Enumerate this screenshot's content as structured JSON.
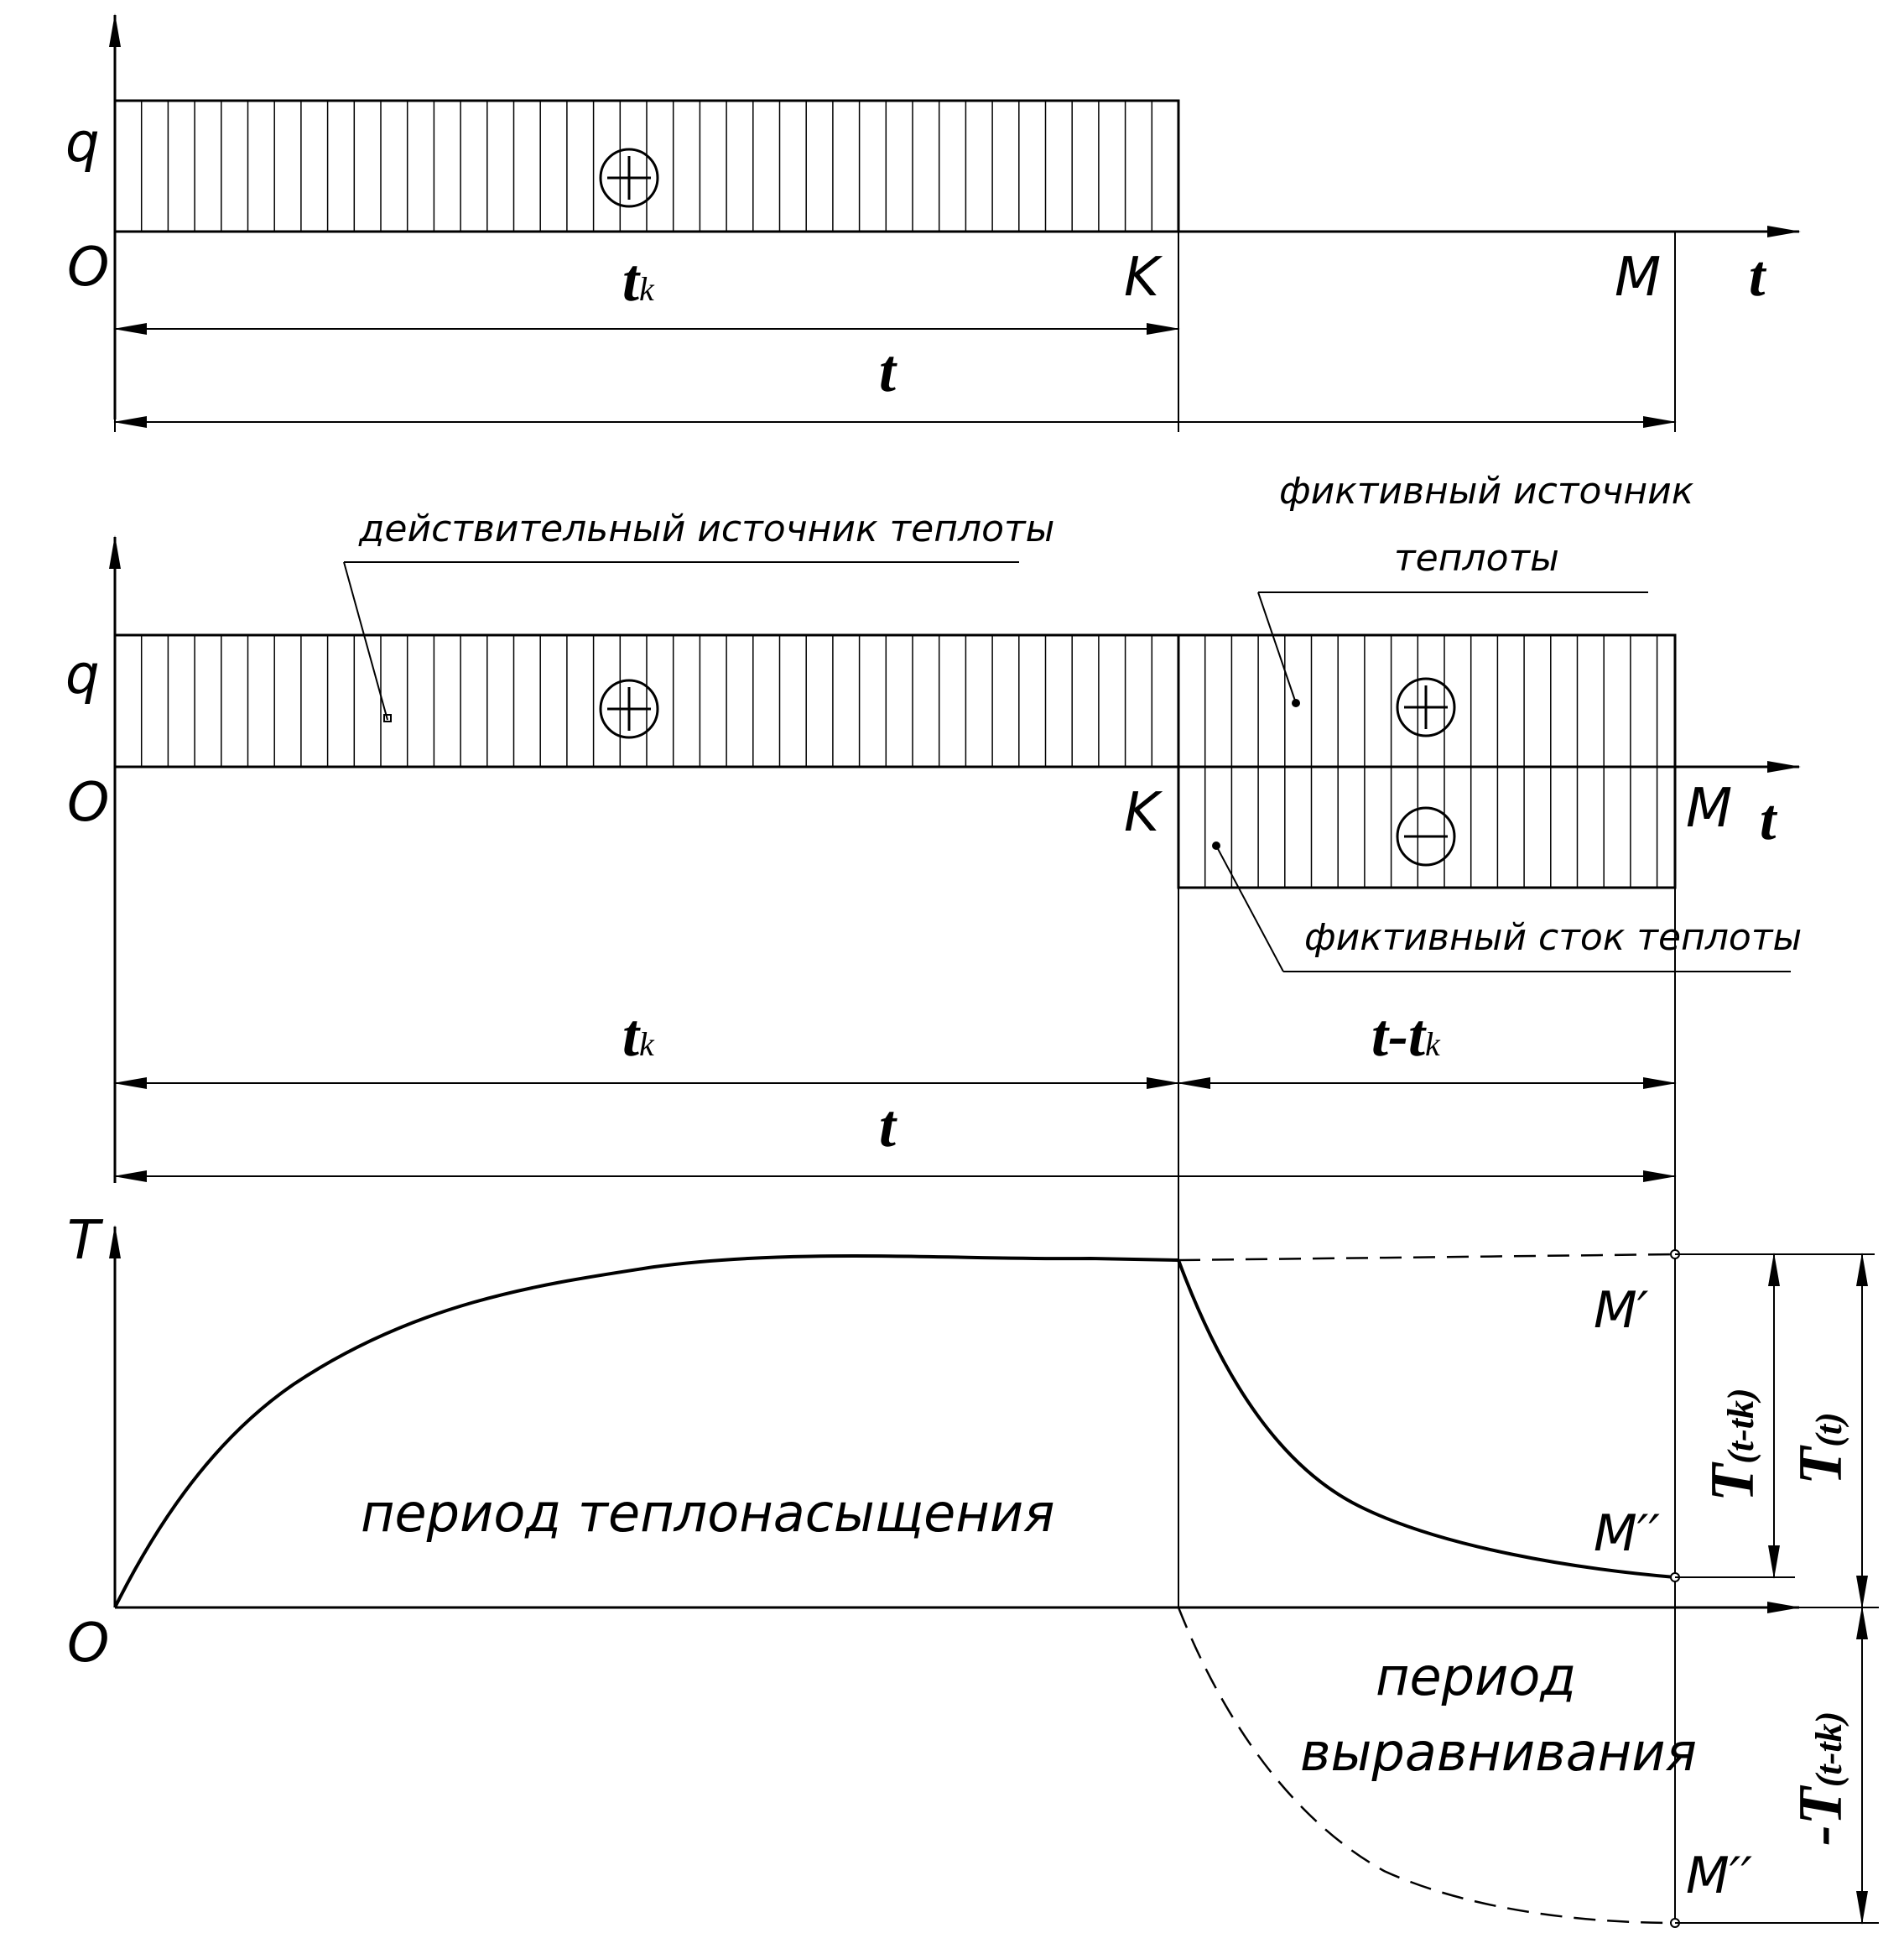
{
  "diagram1": {
    "q_label": "q",
    "origin_label": "O",
    "k_label": "K",
    "m_label": "M",
    "t_axis_label": "t",
    "plus_sign": "+",
    "tk_main": "t",
    "tk_sub": "k",
    "t_dim": "t"
  },
  "diagram2": {
    "q_label": "q",
    "origin_label": "O",
    "k_label": "K",
    "m_label": "M",
    "t_axis_label": "t",
    "plus_sign": "+",
    "minus_sign": "−",
    "real_source": "действительный источник теплоты",
    "fict_source_line1": "фиктивный источник",
    "fict_source_line2": "теплоты",
    "fict_sink": "фиктивный сток теплоты",
    "tk_main": "t",
    "tk_sub": "k",
    "t_minus_tk_main": "t-t",
    "t_minus_tk_sub": "k",
    "t_dim": "t"
  },
  "diagram3": {
    "T_label": "T",
    "origin_label": "O",
    "m_prime": "M′",
    "m_dprime": "M′′",
    "m_dprime_low": "M′′",
    "saturation": "период теплонасыщения",
    "equal_line1": "период",
    "equal_line2": "выравнивания",
    "T_t_tk_main": "T",
    "T_t_tk_sub": "(t-tk)",
    "T_t_main": "T",
    "T_t_sub": "(t)",
    "negT_main": "-T",
    "negT_sub": "(t-tk)"
  }
}
